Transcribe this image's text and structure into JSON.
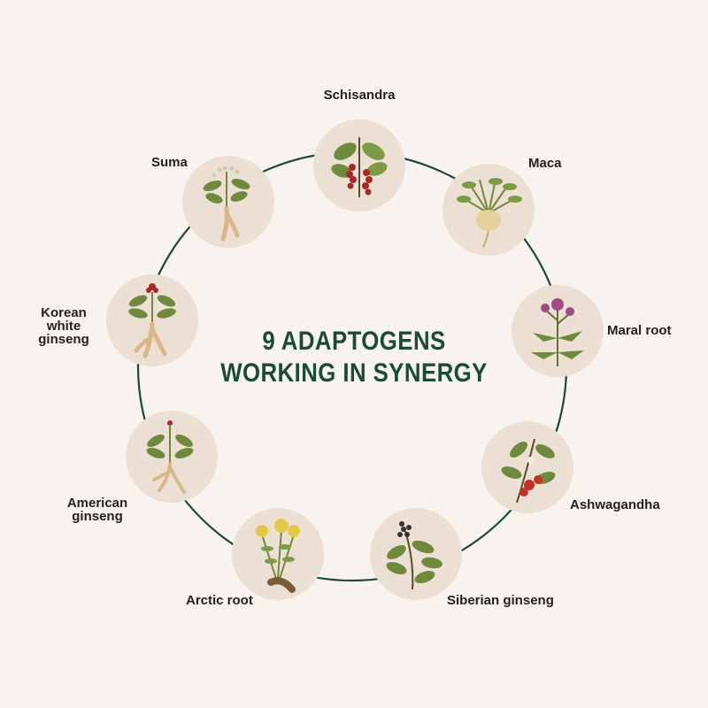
{
  "title": {
    "line1": "9 ADAPTOGENS",
    "line2": "WORKING IN SYNERGY"
  },
  "colors": {
    "background": "#f8f3ef",
    "circle_fill": "#ecdfd3",
    "ring": "#1c4a3a",
    "title": "#1c4a3a",
    "leaf": "#6f8a3c",
    "berry": "#a8282a",
    "root": "#d9b78a"
  },
  "adaptogens": [
    {
      "name": "Schisandra",
      "icon": "schisandra-plant-icon"
    },
    {
      "name": "Maca",
      "icon": "maca-root-icon"
    },
    {
      "name": "Maral root",
      "icon": "maral-thistle-icon"
    },
    {
      "name": "Ashwagandha",
      "icon": "ashwagandha-plant-icon"
    },
    {
      "name": "Siberian ginseng",
      "icon": "siberian-ginseng-icon"
    },
    {
      "name": "Arctic root",
      "icon": "arctic-root-icon"
    },
    {
      "name": "American ginseng",
      "line1": "American",
      "line2": "ginseng",
      "icon": "american-ginseng-icon"
    },
    {
      "name": "Korean white ginseng",
      "line1": "Korean",
      "line2": "white",
      "line3": "ginseng",
      "icon": "korean-ginseng-icon"
    },
    {
      "name": "Suma",
      "icon": "suma-root-icon"
    }
  ]
}
